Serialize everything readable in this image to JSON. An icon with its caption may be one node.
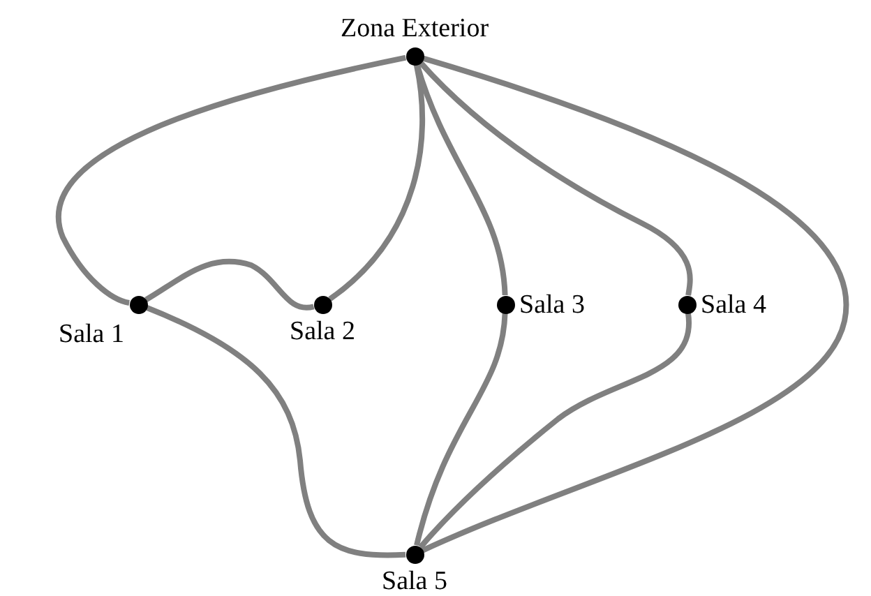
{
  "diagram": {
    "nodes": [
      {
        "text": [],
        "shape": "circle",
        "beside": [
          "Zona Exterior"
        ]
      },
      {
        "text": [],
        "shape": "circle",
        "beside": [
          "Sala 1"
        ]
      },
      {
        "text": [],
        "shape": "circle",
        "beside": [
          "Sala 2"
        ]
      },
      {
        "text": [],
        "shape": "circle",
        "beside": [
          "Sala 3"
        ]
      },
      {
        "text": [],
        "shape": "circle",
        "beside": [
          "Sala 4"
        ]
      },
      {
        "text": [],
        "shape": "circle",
        "beside": [
          "Sala 5"
        ]
      }
    ],
    "edges": [
      {
        "from": 0,
        "to": 1,
        "arrow": "none"
      },
      {
        "from": 0,
        "to": 2,
        "arrow": "none"
      },
      {
        "from": 0,
        "to": 3,
        "arrow": "none"
      },
      {
        "from": 0,
        "to": 4,
        "arrow": "none"
      },
      {
        "from": 0,
        "to": 5,
        "arrow": "none"
      },
      {
        "from": 1,
        "to": 2,
        "arrow": "none"
      },
      {
        "from": 1,
        "to": 5,
        "arrow": "none"
      },
      {
        "from": 3,
        "to": 5,
        "arrow": "none"
      },
      {
        "from": 4,
        "to": 5,
        "arrow": "none"
      }
    ]
  }
}
